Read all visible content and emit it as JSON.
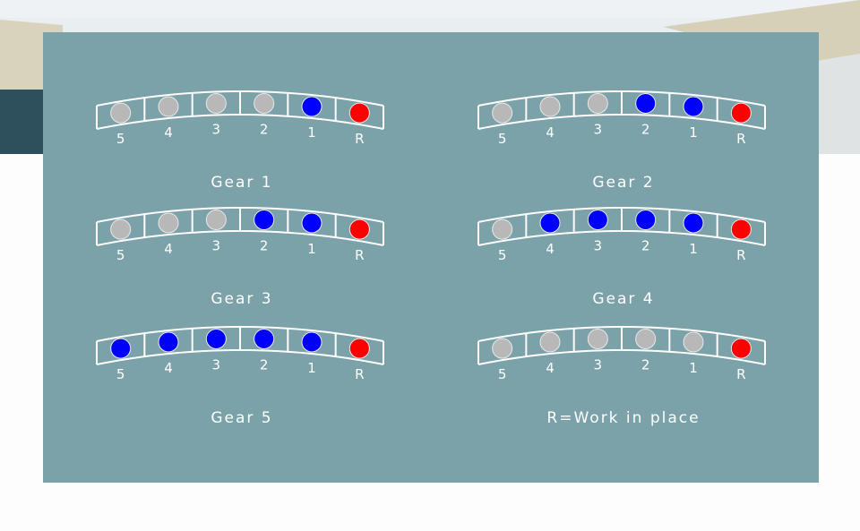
{
  "colors": {
    "panel": "#7ba1a9",
    "active": "#0000ff",
    "reverse": "#ff0000",
    "inactive": "#b8b8b8",
    "frame": "#ffffff"
  },
  "slot_labels": [
    "5",
    "4",
    "3",
    "2",
    "1",
    "R"
  ],
  "diagrams": [
    {
      "caption": "Gear 1",
      "states": [
        "inactive",
        "inactive",
        "inactive",
        "inactive",
        "active",
        "reverse"
      ]
    },
    {
      "caption": "Gear 2",
      "states": [
        "inactive",
        "inactive",
        "inactive",
        "active",
        "active",
        "reverse"
      ]
    },
    {
      "caption": "Gear 3",
      "states": [
        "inactive",
        "inactive",
        "inactive",
        "active",
        "active",
        "reverse"
      ]
    },
    {
      "caption": "Gear 4",
      "states": [
        "inactive",
        "active",
        "active",
        "active",
        "active",
        "reverse"
      ]
    },
    {
      "caption": "Gear 5",
      "states": [
        "active",
        "active",
        "active",
        "active",
        "active",
        "reverse"
      ]
    },
    {
      "caption": "R=Work in place",
      "states": [
        "inactive",
        "inactive",
        "inactive",
        "inactive",
        "inactive",
        "reverse"
      ]
    }
  ]
}
